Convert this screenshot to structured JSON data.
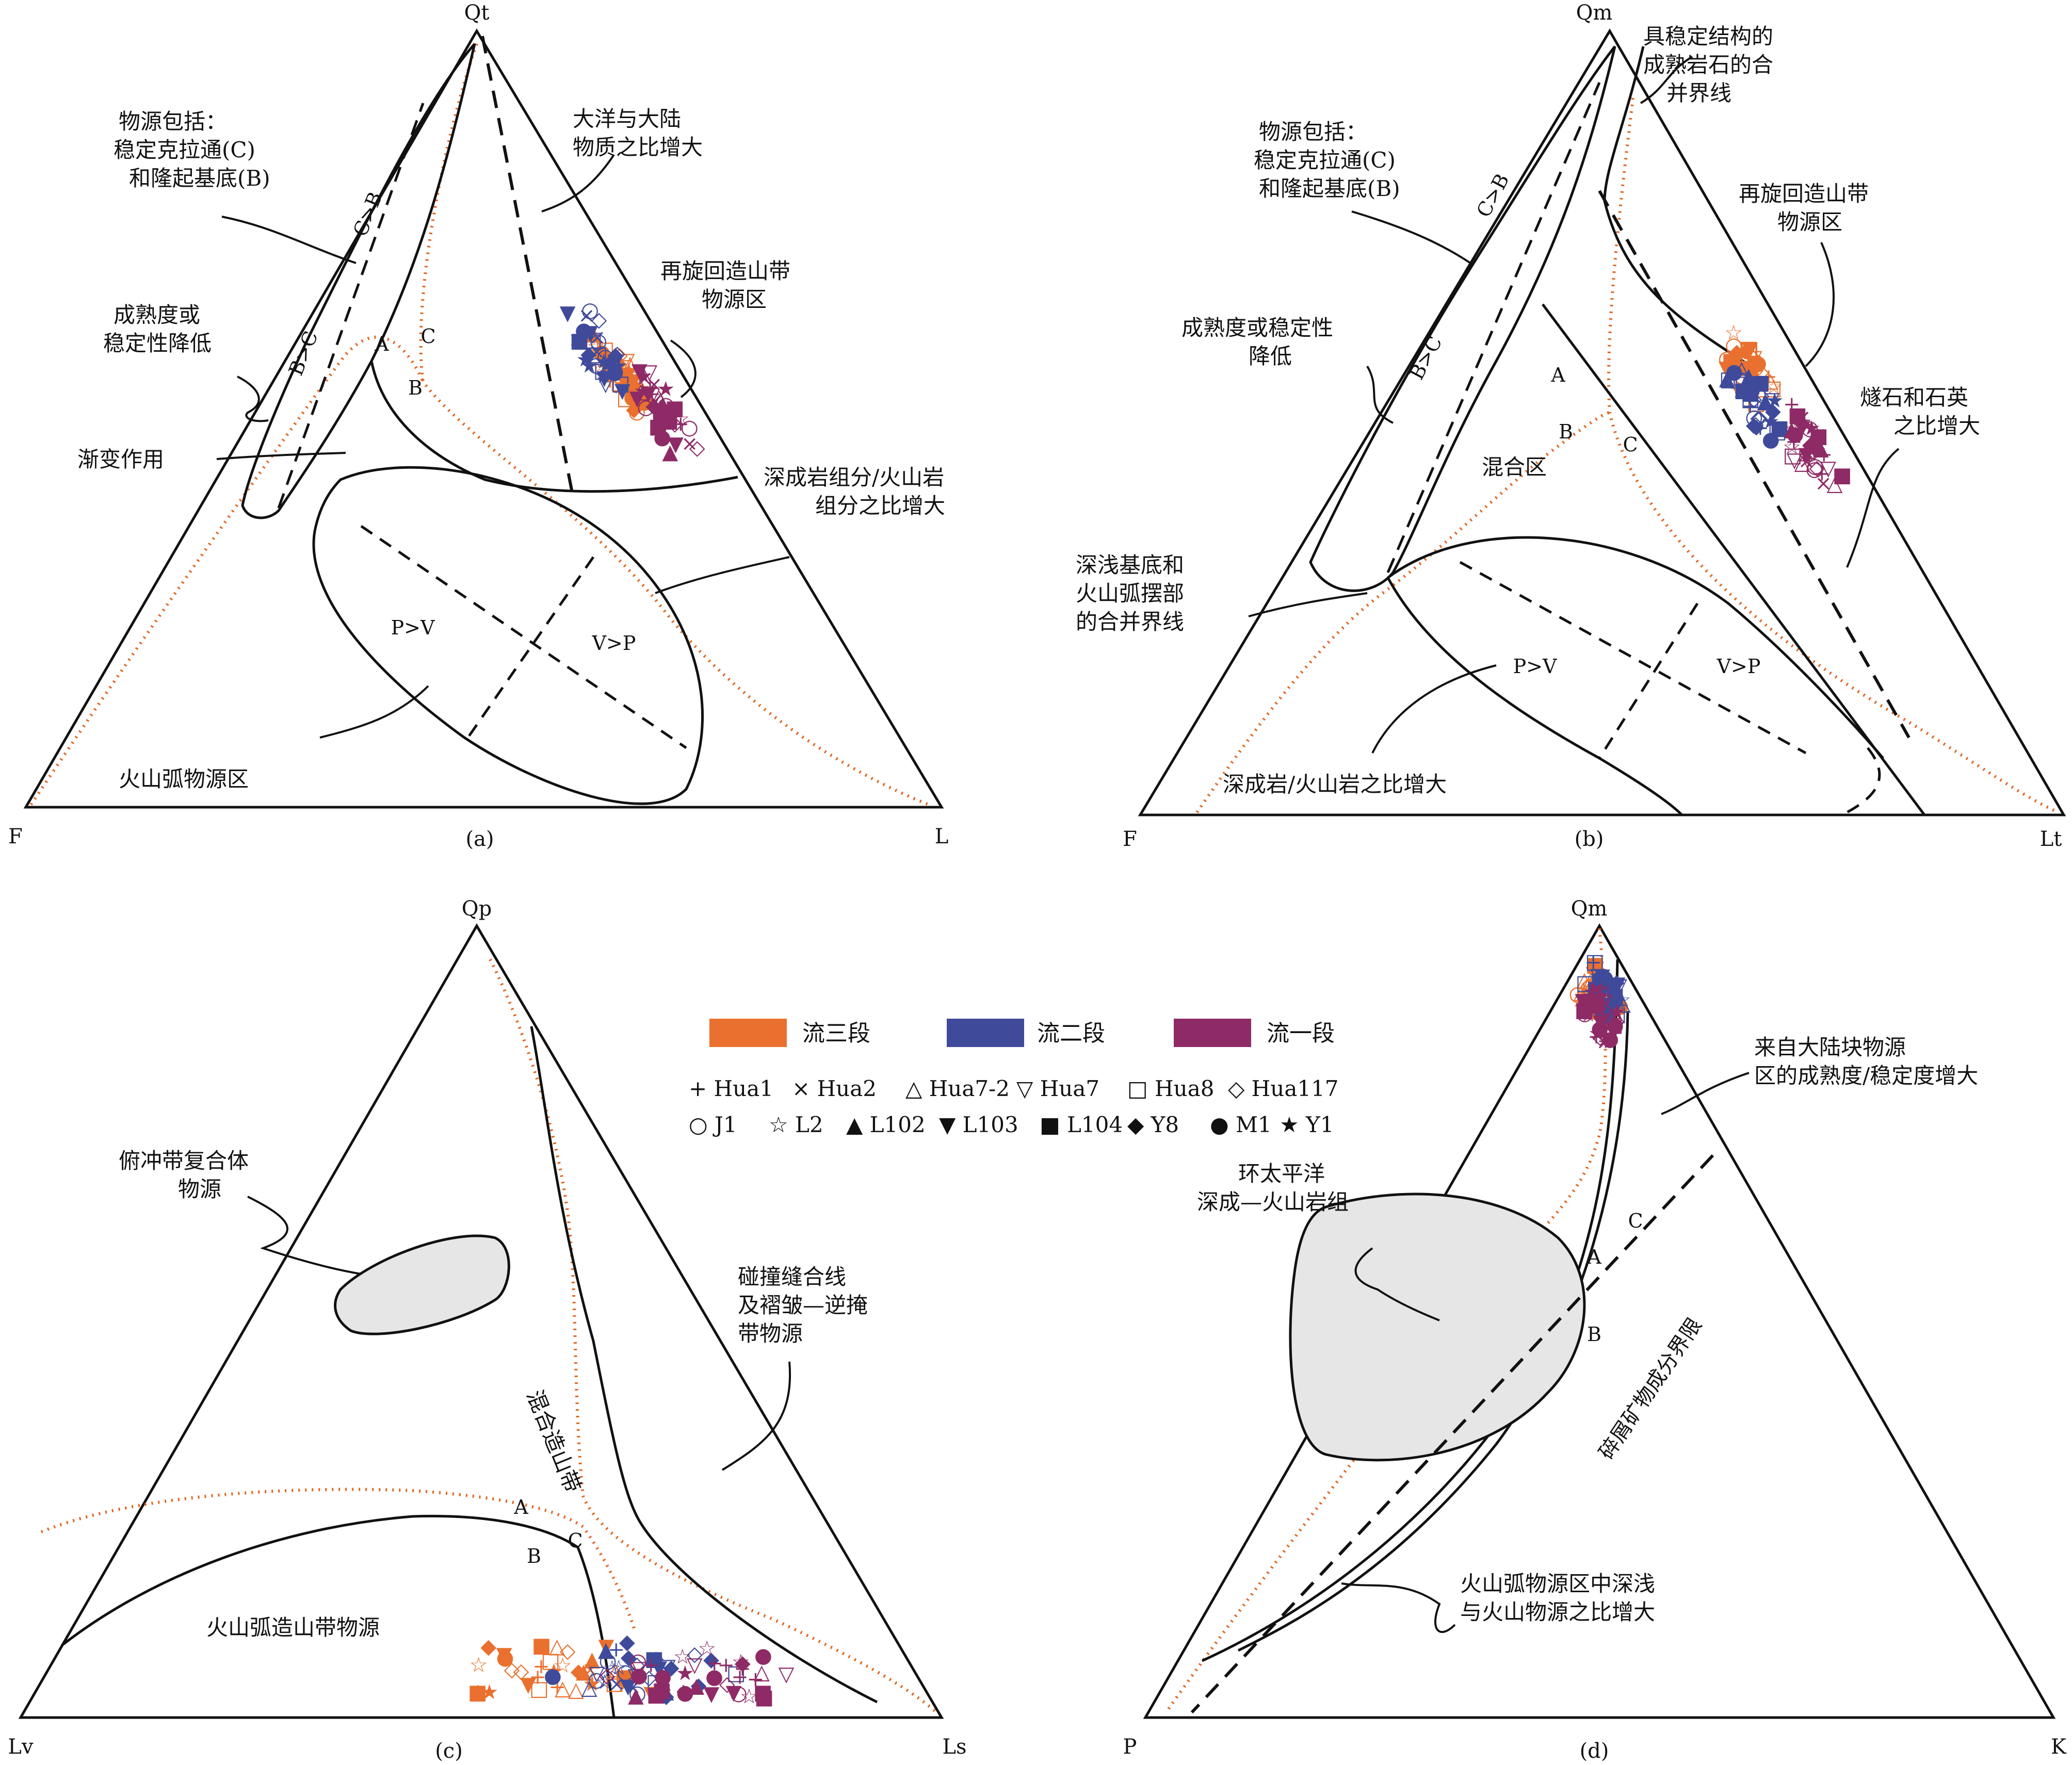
{
  "colors": {
    "line": "#111111",
    "dotted_boundary": "#e0641e",
    "stage3": "#e9702e",
    "stage2": "#3f4a9b",
    "stage1": "#8e2a65",
    "fill_region": "#e6e6e6"
  },
  "legend": {
    "stages": [
      {
        "label": "流三段",
        "color": "#e9702e"
      },
      {
        "label": "流二段",
        "color": "#3f4a9b"
      },
      {
        "label": "流一段",
        "color": "#8e2a65"
      }
    ],
    "samples": [
      {
        "glyph": "+",
        "label": "Hua1"
      },
      {
        "glyph": "×",
        "label": "Hua2"
      },
      {
        "glyph": "△",
        "label": "Hua7-2"
      },
      {
        "glyph": "▽",
        "label": "Hua7"
      },
      {
        "glyph": "□",
        "label": "Hua8"
      },
      {
        "glyph": "◇",
        "label": "Hua117"
      },
      {
        "glyph": "○",
        "label": "J1"
      },
      {
        "glyph": "☆",
        "label": "L2"
      },
      {
        "glyph": "▲",
        "label": "L102"
      },
      {
        "glyph": "▼",
        "label": "L103"
      },
      {
        "glyph": "■",
        "label": "L104"
      },
      {
        "glyph": "◆",
        "label": "Y8"
      },
      {
        "glyph": "●",
        "label": "M1"
      },
      {
        "glyph": "★",
        "label": "Y1"
      }
    ]
  },
  "chart_data": [
    {
      "type": "scatter",
      "panel": "(a)",
      "vertices": {
        "top": "Qt",
        "left": "F",
        "right": "L"
      },
      "regions": [
        "A",
        "B",
        "C",
        "P>V",
        "V>P",
        "B>C",
        "C>B"
      ],
      "annotations": [
        "物源包括：",
        "稳定克拉通(C)",
        "和隆起基底(B)",
        "大洋与大陆",
        "物质之比增大",
        "再旋回造山带",
        "物源区",
        "成熟度或",
        "稳定性降低",
        "渐变作用",
        "深成岩组分/火山岩",
        "组分之比增大",
        "火山弧物源区"
      ],
      "cluster": {
        "stage3": [
          55,
          7,
          38
        ],
        "stage2": [
          58,
          8,
          34
        ],
        "stage1": [
          50,
          5,
          45
        ]
      }
    },
    {
      "type": "scatter",
      "panel": "(b)",
      "vertices": {
        "top": "Qm",
        "left": "F",
        "right": "Lt"
      },
      "regions": [
        "A",
        "B",
        "C",
        "P>V",
        "V>P",
        "B>C",
        "C>B",
        "混合区"
      ],
      "annotations": [
        "具稳定结构的",
        "成熟岩石的合",
        "并界线",
        "物源包括：",
        "稳定克拉通(C)",
        "和隆起基底(B)",
        "再旋回造山带",
        "物源区",
        "成熟度或稳定性",
        "降低",
        "燧石和石英",
        "之比增大",
        "深浅基底和",
        "火山弧摆部",
        "的合并界线",
        "深成岩/火山岩之比增大"
      ],
      "cluster": {
        "stage3": [
          56,
          7,
          37
        ],
        "stage2": [
          52,
          8,
          40
        ],
        "stage1": [
          46,
          5,
          49
        ]
      }
    },
    {
      "type": "scatter",
      "panel": "(c)",
      "vertices": {
        "top": "Qp",
        "left": "Lv",
        "right": "Ls"
      },
      "regions": [
        "A",
        "B",
        "C",
        "混合造山带"
      ],
      "annotations": [
        "俯冲带复合体",
        "物源",
        "碰撞缝合线",
        "及褶皱—逆掩",
        "带物源",
        "火山弧造山带物源"
      ],
      "cluster": {
        "stage3": [
          5,
          40,
          55
        ],
        "stage2": [
          5,
          30,
          65
        ],
        "stage1": [
          4,
          25,
          71
        ]
      }
    },
    {
      "type": "scatter",
      "panel": "(d)",
      "vertices": {
        "top": "Qm",
        "left": "P",
        "right": "K"
      },
      "regions": [
        "A",
        "B",
        "C"
      ],
      "annotations": [
        "来自大陆块物源",
        "区的成熟度/稳定度增大",
        "环太平洋",
        "深成—火山岩组",
        "碎屑矿物成分界限",
        "火山弧物源区中深浅",
        "与火山物源之比增大"
      ],
      "cluster": {
        "stage3": [
          90,
          5,
          5
        ],
        "stage2": [
          91,
          4,
          5
        ],
        "stage1": [
          88,
          6,
          6
        ]
      }
    }
  ]
}
